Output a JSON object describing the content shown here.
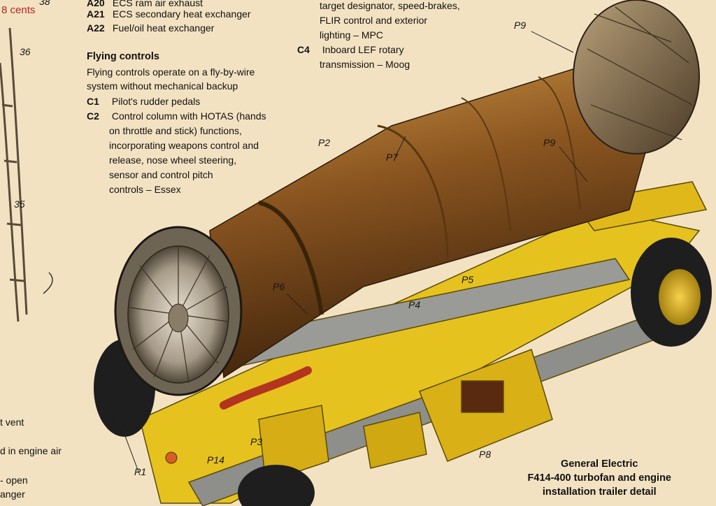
{
  "watermark": "8 cents",
  "top_left_list": [
    {
      "code": "A20",
      "text": "ECS ram air exhaust"
    },
    {
      "code": "A21",
      "text": "ECS secondary heat exchanger"
    },
    {
      "code": "A22",
      "text": "Fuel/oil heat exchanger"
    }
  ],
  "flying_controls": {
    "heading": "Flying controls",
    "intro_lines": [
      "Flying controls operate on a fly-by-wire",
      "system without mechanical backup"
    ],
    "items": [
      {
        "code": "C1",
        "lines": [
          "Pilot's rudder pedals"
        ]
      },
      {
        "code": "C2",
        "lines": [
          "Control column with HOTAS (hands",
          "on throttle and stick) functions,",
          "incorporating weapons control and",
          "release, nose wheel steering,",
          "sensor and control pitch",
          "controls – Essex"
        ]
      }
    ]
  },
  "top_middle": {
    "continued_lines": [
      "target designator, speed-brakes,",
      "FLIR control and exterior",
      "lighting – MPC"
    ],
    "items": [
      {
        "code": "C4",
        "lines": [
          "Inboard LEF rotary",
          "transmission – Moog"
        ]
      }
    ]
  },
  "left_edge_fragments": [
    "t vent",
    "d in engine air",
    "- open",
    "anger"
  ],
  "part_labels": {
    "P1": "P1",
    "P2": "P2",
    "P3": "P3",
    "P4": "P4",
    "P5": "P5",
    "P6": "P6",
    "P7": "P7",
    "P8": "P8",
    "P9a": "P9",
    "P9b": "P9",
    "P14": "P14",
    "n35": "35",
    "n36": "36",
    "n38": "38"
  },
  "caption_lines": [
    "General Electric",
    "F414-400 turbofan and engine",
    "installation trailer detail"
  ],
  "colors": {
    "background": "#f3e2c2",
    "engine_body": "#7a4a1a",
    "engine_highlight": "#c28a3e",
    "trailer_yellow": "#e6c21e",
    "tire": "#1e1e1e",
    "pipe_red": "#b3341f",
    "watermark": "#b8231f"
  }
}
